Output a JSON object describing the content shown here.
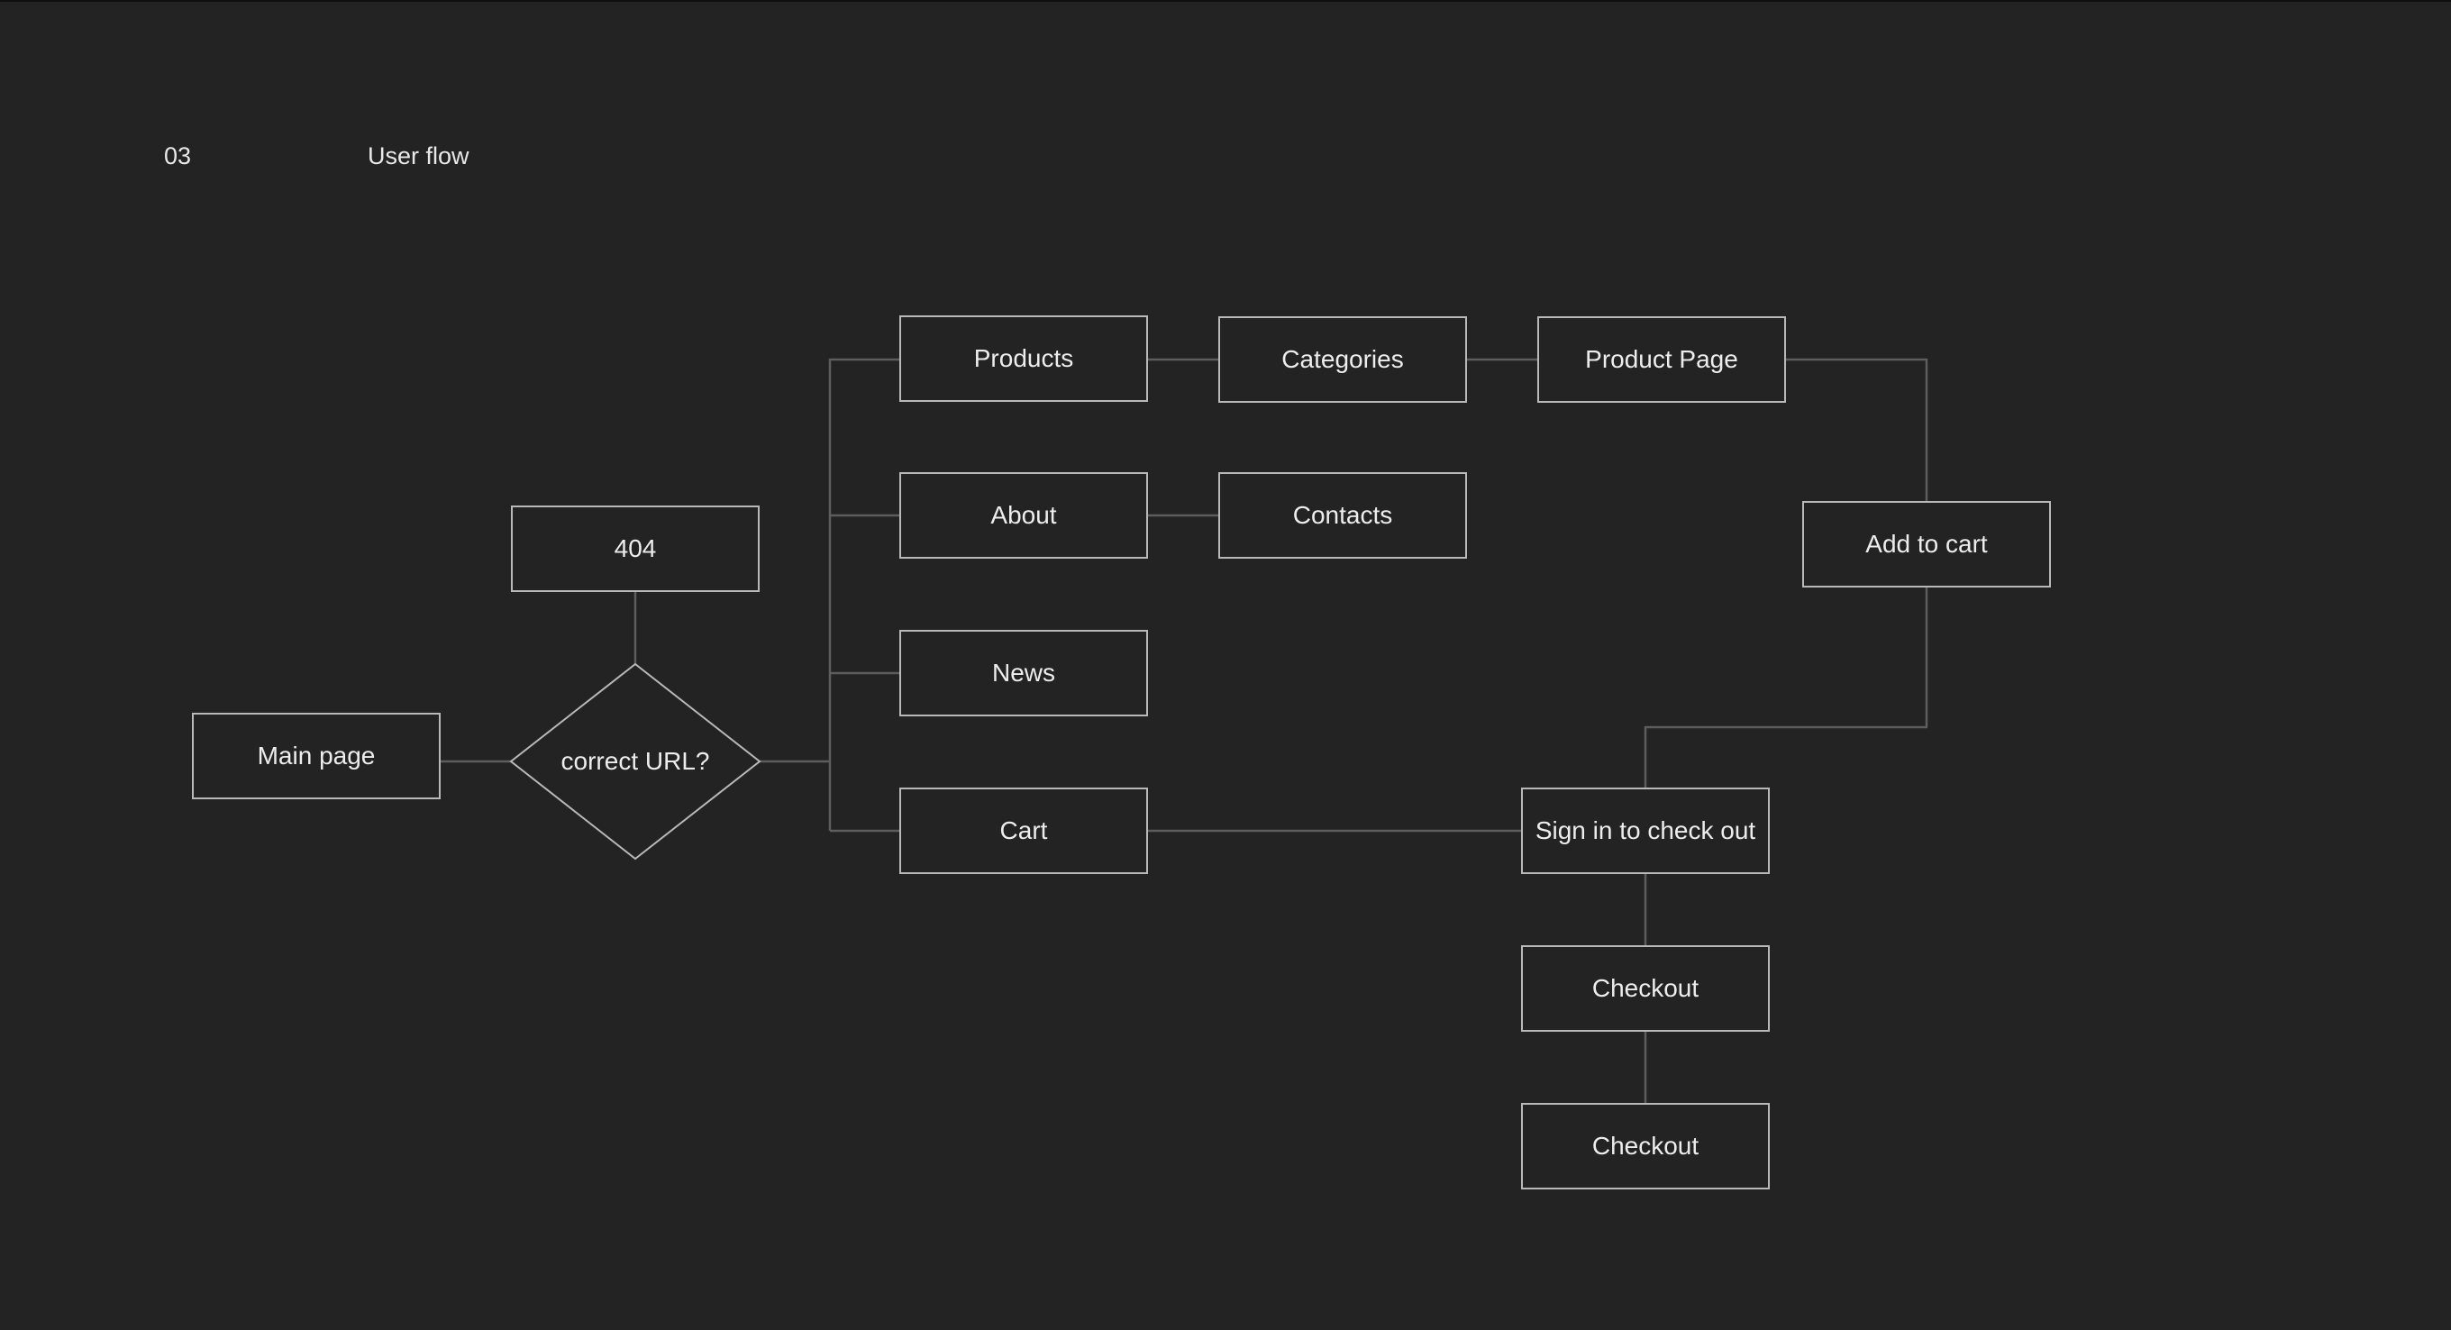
{
  "header": {
    "section_number": "03",
    "section_title": "User flow"
  },
  "flow": {
    "main_page": "Main page",
    "decision": "correct URL?",
    "not_found": "404",
    "products": "Products",
    "about": "About",
    "news": "News",
    "cart": "Cart",
    "categories": "Categories",
    "contacts": "Contacts",
    "product_page": "Product Page",
    "add_to_cart": "Add to cart",
    "sign_in": "Sign in to check out",
    "checkout_1": "Checkout",
    "checkout_2": "Checkout"
  },
  "colors": {
    "background": "#232323",
    "node_border": "#b9b9b9",
    "connector": "#5d5d5d",
    "text": "#ededed"
  }
}
